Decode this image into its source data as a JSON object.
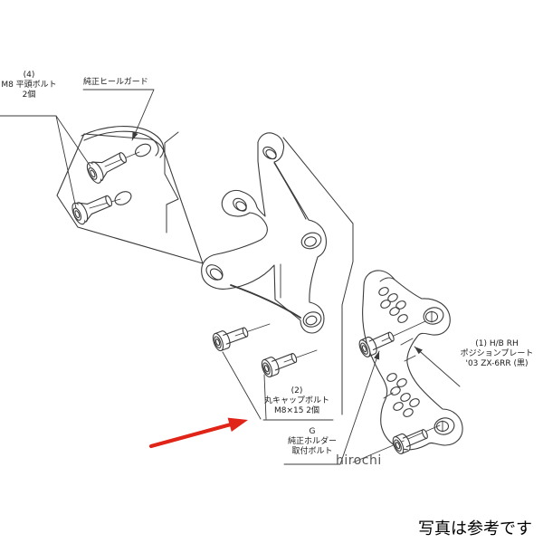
{
  "canvas": {
    "background": "#ffffff",
    "line_color": "#3a3a3a",
    "arrow_color": "#e02418",
    "watermark_color": "#555555",
    "text_color": "#1a1a1a"
  },
  "labels": {
    "flat_head_bolts": {
      "line1": "(4)",
      "line2": "M8 平頭ボルト",
      "line3": "2個"
    },
    "heel_guard": {
      "line1": "純正ヒールガード"
    },
    "cap_bolts": {
      "line1": "(2)",
      "line2": "丸キャップボルト",
      "line3": "M8×15 2個"
    },
    "holder_bolt": {
      "line1": "G",
      "line2": "純正ホルダー",
      "line3": "取付ボルト"
    },
    "position_plate": {
      "line1": "(1) H/B RH",
      "line2": "ポジションプレート",
      "line3": "'03 ZX-6RR (黒)"
    }
  },
  "watermark": "hirochi",
  "caption": "写真は参考です"
}
